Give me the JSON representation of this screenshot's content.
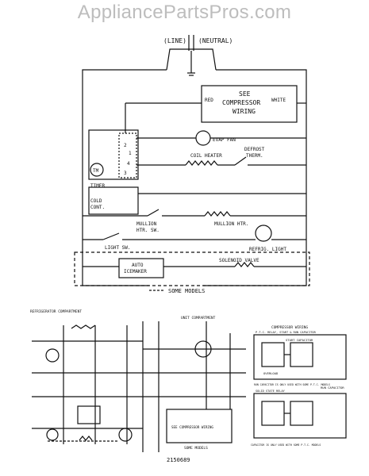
{
  "watermark": "AppliancePartsPros.com",
  "top": {
    "line": "(LINE)",
    "neutral": "(NEUTRAL)",
    "compressor": {
      "red": "RED",
      "white": "WHITE",
      "line1": "SEE",
      "line2": "COMPRESSOR",
      "line3": "WIRING"
    },
    "evap_fan": "EVAP FAN",
    "coil_heater": "COIL HEATER",
    "defrost_therm": "DEFROST\nTHERM.",
    "timer": "TIMER",
    "cold_cont": "COLD\nCONT.",
    "timer_motor": "TM",
    "mullion_sw": "MULLION\nHTR. SW.",
    "mullion_htr": "MULLION HTR.",
    "light_sw": "LIGHT SW.",
    "refrig_light": "REFRIG. LIGHT",
    "auto_icemaker": "AUTO\nICEMAKER",
    "solenoid_valve": "SOLENOID VALVE",
    "some_models": "SOME MODELS",
    "terminals": [
      "2",
      "1",
      "3",
      "4"
    ]
  },
  "bottom": {
    "refrig_compartment": "REFRIGERATOR COMPARTMENT",
    "unit_compartment": "UNIT COMPARTMENT",
    "compressor_wiring": "COMPRESSOR WIRING",
    "ptc_relay": "P.T.C. RELAY, START & RUN CAPACITOR",
    "start_capacitor": "START CAPACITOR",
    "run_capacitor": "RUN CAPACITOR",
    "overload": "OVERLOAD",
    "solid_state": "SOLID STATE RELAY",
    "note_a": "RUN CAPACITOR IS ONLY USED WITH SOME P.T.C. MODELS",
    "note_b": "CAPACITOR IS ONLY USED WITH SOME P.T.C. MODELS",
    "see_compressor_wiring": "SEE COMPRESSOR WIRING",
    "some_models": "SOME MODELS",
    "part_number": "2150689"
  }
}
